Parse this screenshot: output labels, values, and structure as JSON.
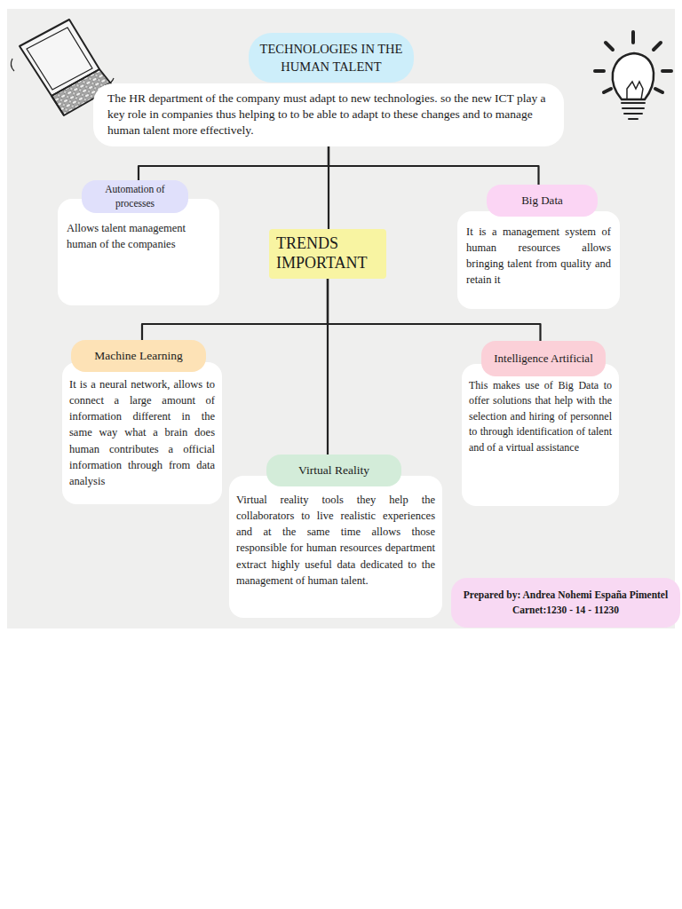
{
  "diagram": {
    "title": "TECHNOLOGIES IN THE HUMAN TALENT",
    "nodes": [
      {
        "text": [
          "The HR department of the company must adapt to new technologies. so the new ICT play a key role in companies thus helping to to be able to adapt to these changes and to manage human talent more effectively."
        ]
      },
      {
        "text": [
          "Automation of processes",
          "Allows talent management human of the companies"
        ]
      },
      {
        "text": [
          "TRENDS IMPORTANT"
        ]
      },
      {
        "text": [
          "Big Data",
          "It is a management system of human resources allows bringing talent from quality and retain it"
        ]
      },
      {
        "text": [
          "Machine Learning",
          "It is a neural network, allows to connect a large amount of information different in the same way what a brain does human contributes a official information through from data analysis"
        ]
      },
      {
        "text": [
          "Intelligence Artificial",
          "This makes use of Big Data to offer solutions that help with the selection and hiring of personnel to through identification of talent and of a virtual assistance"
        ]
      },
      {
        "text": [
          "Virtual Reality",
          "Virtual reality tools they help the collaborators to live realistic experiences and at the same time allows those responsible for human resources department extract highly useful data dedicated to the management of human talent."
        ]
      },
      {
        "text": [
          "Prepared by: Andrea Nohemi España Pimentel",
          "Carnet:1230 - 14 - 11230"
        ]
      }
    ],
    "edges": [
      {
        "from": 0,
        "to": 1,
        "arrow": "none"
      },
      {
        "from": 0,
        "to": 3,
        "arrow": "none"
      },
      {
        "from": 0,
        "to": 2,
        "arrow": "none"
      },
      {
        "from": 2,
        "to": 4,
        "arrow": "none"
      },
      {
        "from": 2,
        "to": 5,
        "arrow": "none"
      },
      {
        "from": 2,
        "to": 6,
        "arrow": "none"
      }
    ]
  }
}
